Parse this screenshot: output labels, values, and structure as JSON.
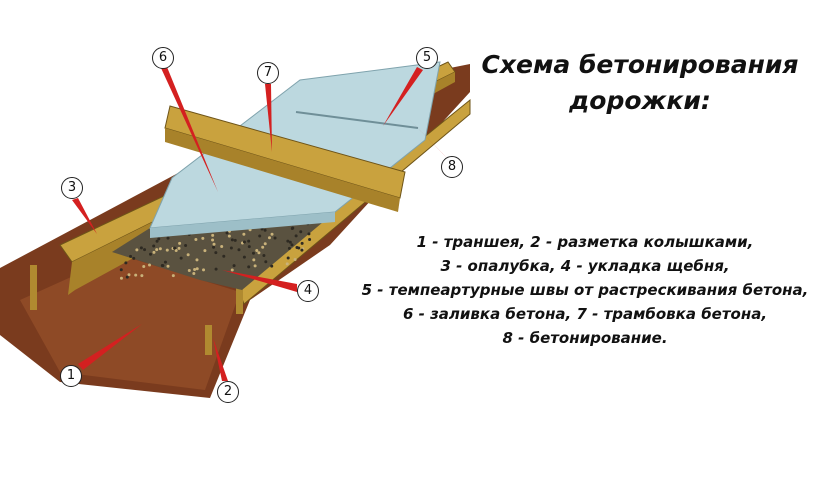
{
  "title": {
    "line1": "Схема бетонирования",
    "line2": "дорожки:"
  },
  "legend": [
    "1 - траншея, 2  - разметка колышками,",
    "3 -  опалубка, 4  - укладка щебня,",
    "5 - темпеартурные швы от растрескивания бетона,",
    "6 - заливка бетона, 7 - трамбовка бетона,",
    "8 - бетонирование."
  ],
  "markers": [
    "1",
    "2",
    "3",
    "4",
    "5",
    "6",
    "7",
    "8"
  ],
  "colors": {
    "soil": "#7a3b1e",
    "wood": "#c9a23e",
    "concrete": "#bcd8df",
    "gravel": "#5a5240",
    "pointer": "#d42020"
  }
}
